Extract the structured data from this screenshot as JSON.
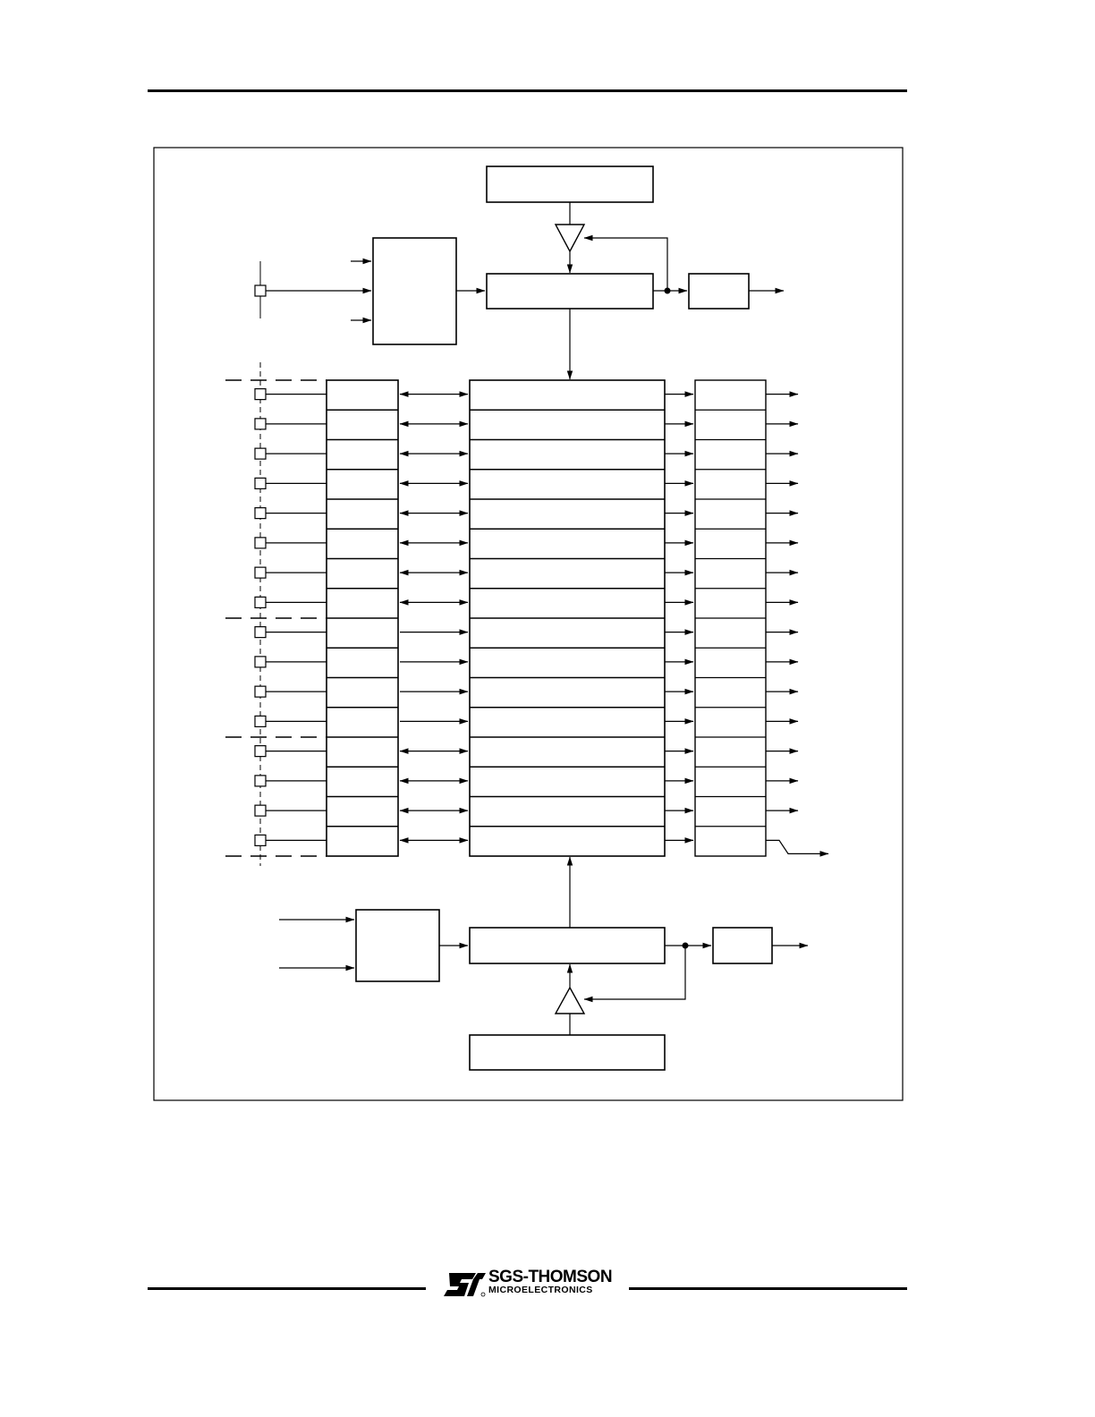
{
  "logo": {
    "brand": "SGS-THOMSON",
    "subtitle": "MICROELECTRONICS",
    "mark": "st-logo-icon"
  },
  "diagram": {
    "register_rows": 16,
    "dashed_separator_rows": [
      0,
      8,
      12,
      16
    ],
    "input_only_rows": [
      8,
      9,
      10,
      11
    ]
  }
}
